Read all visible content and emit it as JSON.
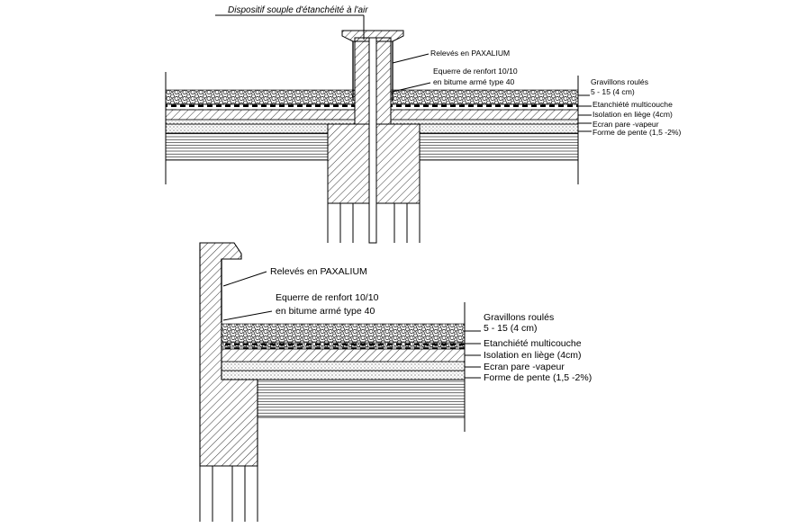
{
  "top_detail": {
    "title": "Dispositif souple d'étanchéité à l'air",
    "label_upstand": "Relevés en PAXALIUM",
    "label_angle_1": "Equerre de renfort 10/10",
    "label_angle_2": "en bitume armé type 40",
    "layers": [
      "Gravillons roulés",
      "5 - 15 (4 cm)",
      "Etanchiété multicouche",
      "Isolation en liège (4cm)",
      "Ecran pare -vapeur",
      "Forme de pente (1,5 -2%)"
    ]
  },
  "bottom_detail": {
    "label_upstand": "Relevés en PAXALIUM",
    "label_angle_1": "Equerre de renfort 10/10",
    "label_angle_2": "en bitume armé type 40",
    "layers": [
      "Gravillons roulés",
      "5 - 15 (4 cm)",
      "Etanchiété multicouche",
      "Isolation en liège (4cm)",
      "Ecran pare -vapeur",
      "Forme de pente (1,5 -2%)"
    ]
  }
}
